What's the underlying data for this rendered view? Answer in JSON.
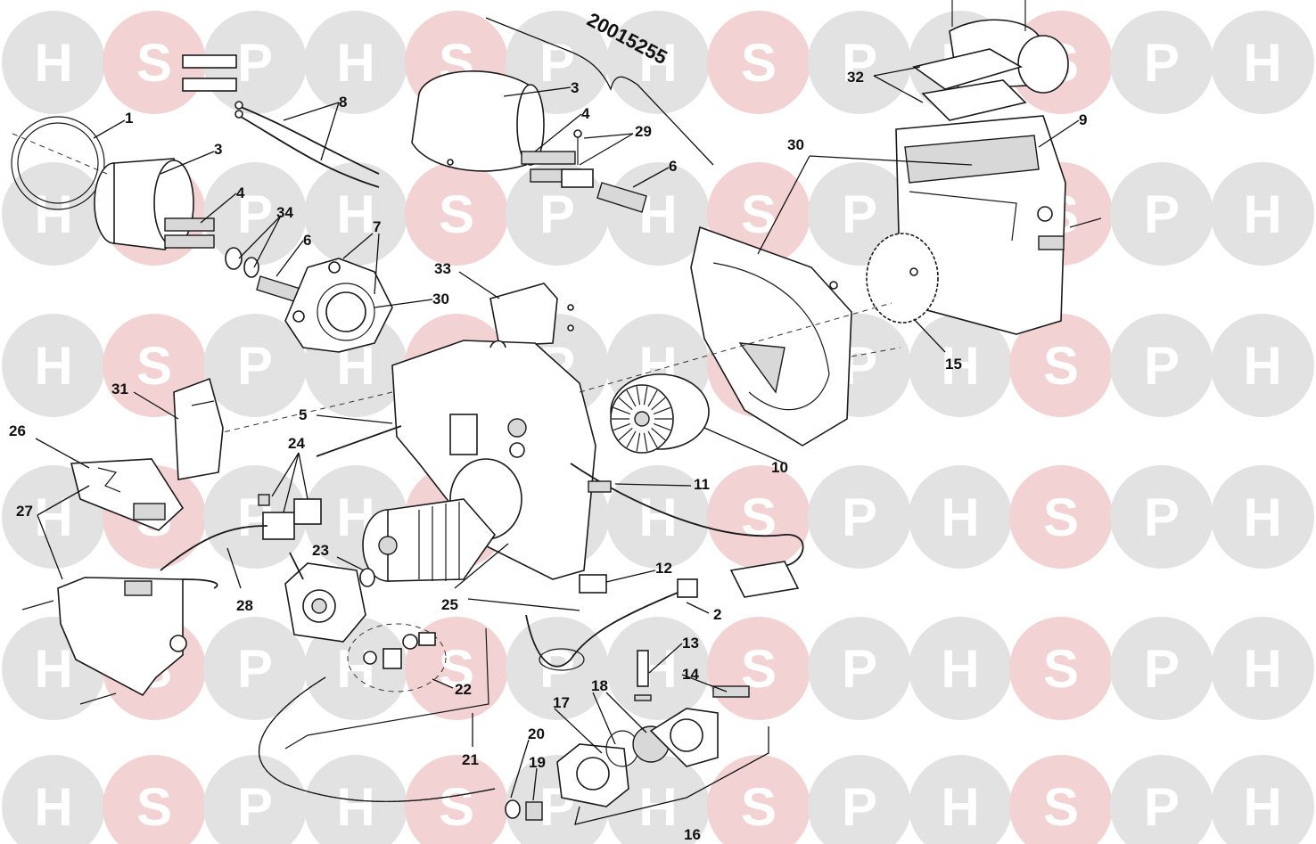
{
  "diagram": {
    "kit_number": "20015255",
    "watermark_letters": [
      "H",
      "S",
      "P"
    ],
    "callouts": [
      "1",
      "2",
      "3",
      "3",
      "4",
      "4",
      "5",
      "6",
      "6",
      "7",
      "8",
      "9",
      "10",
      "11",
      "12",
      "13",
      "14",
      "15",
      "16",
      "17",
      "18",
      "19",
      "20",
      "21",
      "22",
      "23",
      "24",
      "25",
      "26",
      "27",
      "28",
      "29",
      "30",
      "30",
      "31",
      "32",
      "33",
      "34"
    ]
  }
}
